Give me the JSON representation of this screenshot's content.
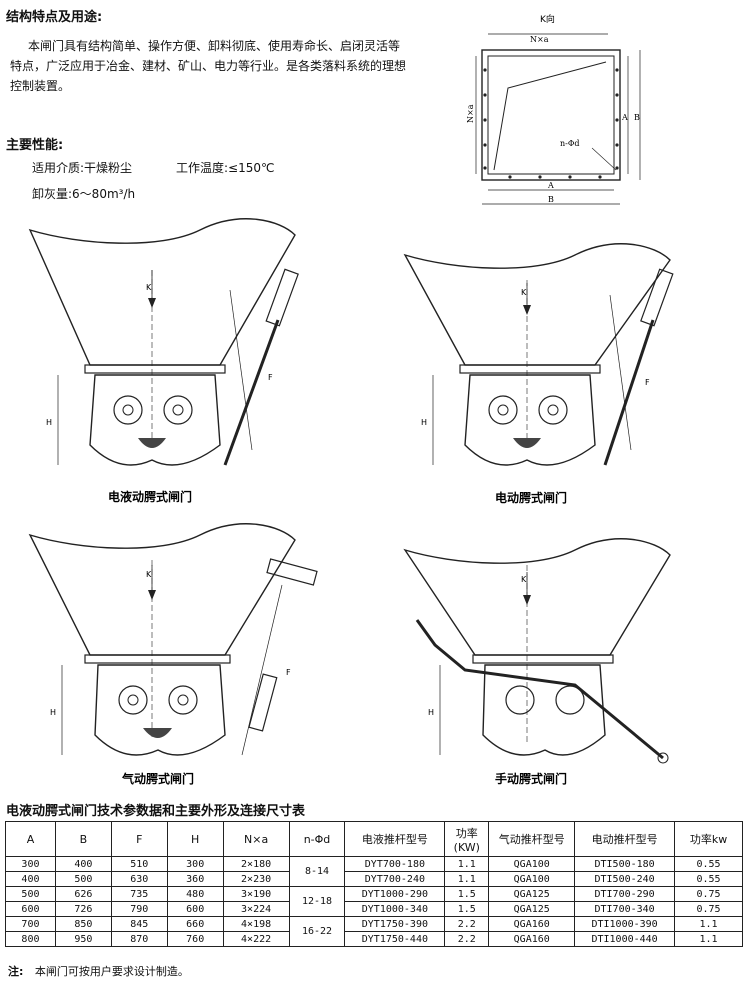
{
  "features": {
    "heading": "结构特点及用途:",
    "lines": [
      "本闸门具有结构简单、操作方便、卸料彻底、使用寿命长、启闭灵活等",
      "特点，广泛应用于冶金、建材、矿山、电力等行业。是各类落料系统的理想",
      "控制装置。"
    ]
  },
  "performance": {
    "heading": "主要性能:",
    "medium": "适用介质:干燥粉尘",
    "temperature": "工作温度:≤150℃",
    "capacity": "卸灰量:6～80m³/h"
  },
  "k_view": {
    "title": "K向",
    "dim_top": "N×a",
    "dim_left": "N×a",
    "dim_a_right": "A",
    "dim_b_right": "B",
    "hole_label": "n-Φd",
    "dim_a_bottom": "A",
    "dim_b_bottom": "B"
  },
  "diagrams": [
    {
      "caption": "电液动腭式闸门",
      "k": "K",
      "h": "H",
      "f": "F"
    },
    {
      "caption": "电动腭式闸门",
      "k": "K",
      "h": "H",
      "f": "F"
    },
    {
      "caption": "气动腭式闸门",
      "k": "K",
      "h": "H",
      "f": "F"
    },
    {
      "caption": "手动腭式闸门",
      "k": "K",
      "h": "H",
      "f": ""
    }
  ],
  "table": {
    "title": "电液动腭式闸门技术参数据和主要外形及连接尺寸表",
    "headers": [
      "A",
      "B",
      "F",
      "H",
      "N×a",
      "n-Φd",
      "电液推杆型号",
      "功率(KW)",
      "气动推杆型号",
      "电动推杆型号",
      "功率kw"
    ],
    "rows": [
      [
        "300",
        "400",
        "510",
        "300",
        "2×180",
        "8-14",
        "DYT700-180",
        "1.1",
        "QGA100",
        "DTI500-180",
        "0.55"
      ],
      [
        "400",
        "500",
        "630",
        "360",
        "2×230",
        "",
        "DYT700-240",
        "1.1",
        "QGA100",
        "DTI500-240",
        "0.55"
      ],
      [
        "500",
        "626",
        "735",
        "480",
        "3×190",
        "12-18",
        "DYT1000-290",
        "1.5",
        "QGA125",
        "DTI700-290",
        "0.75"
      ],
      [
        "600",
        "726",
        "790",
        "600",
        "3×224",
        "",
        "DYT1000-340",
        "1.5",
        "QGA125",
        "DTI700-340",
        "0.75"
      ],
      [
        "700",
        "850",
        "845",
        "660",
        "4×198",
        "16-22",
        "DYT1750-390",
        "2.2",
        "QGA160",
        "DTI1000-390",
        "1.1"
      ],
      [
        "800",
        "950",
        "870",
        "760",
        "4×222",
        "",
        "DYT1750-440",
        "2.2",
        "QGA160",
        "DTI1000-440",
        "1.1"
      ]
    ]
  },
  "note": {
    "label": "注:",
    "text": "本闸门可按用户要求设计制造。"
  }
}
